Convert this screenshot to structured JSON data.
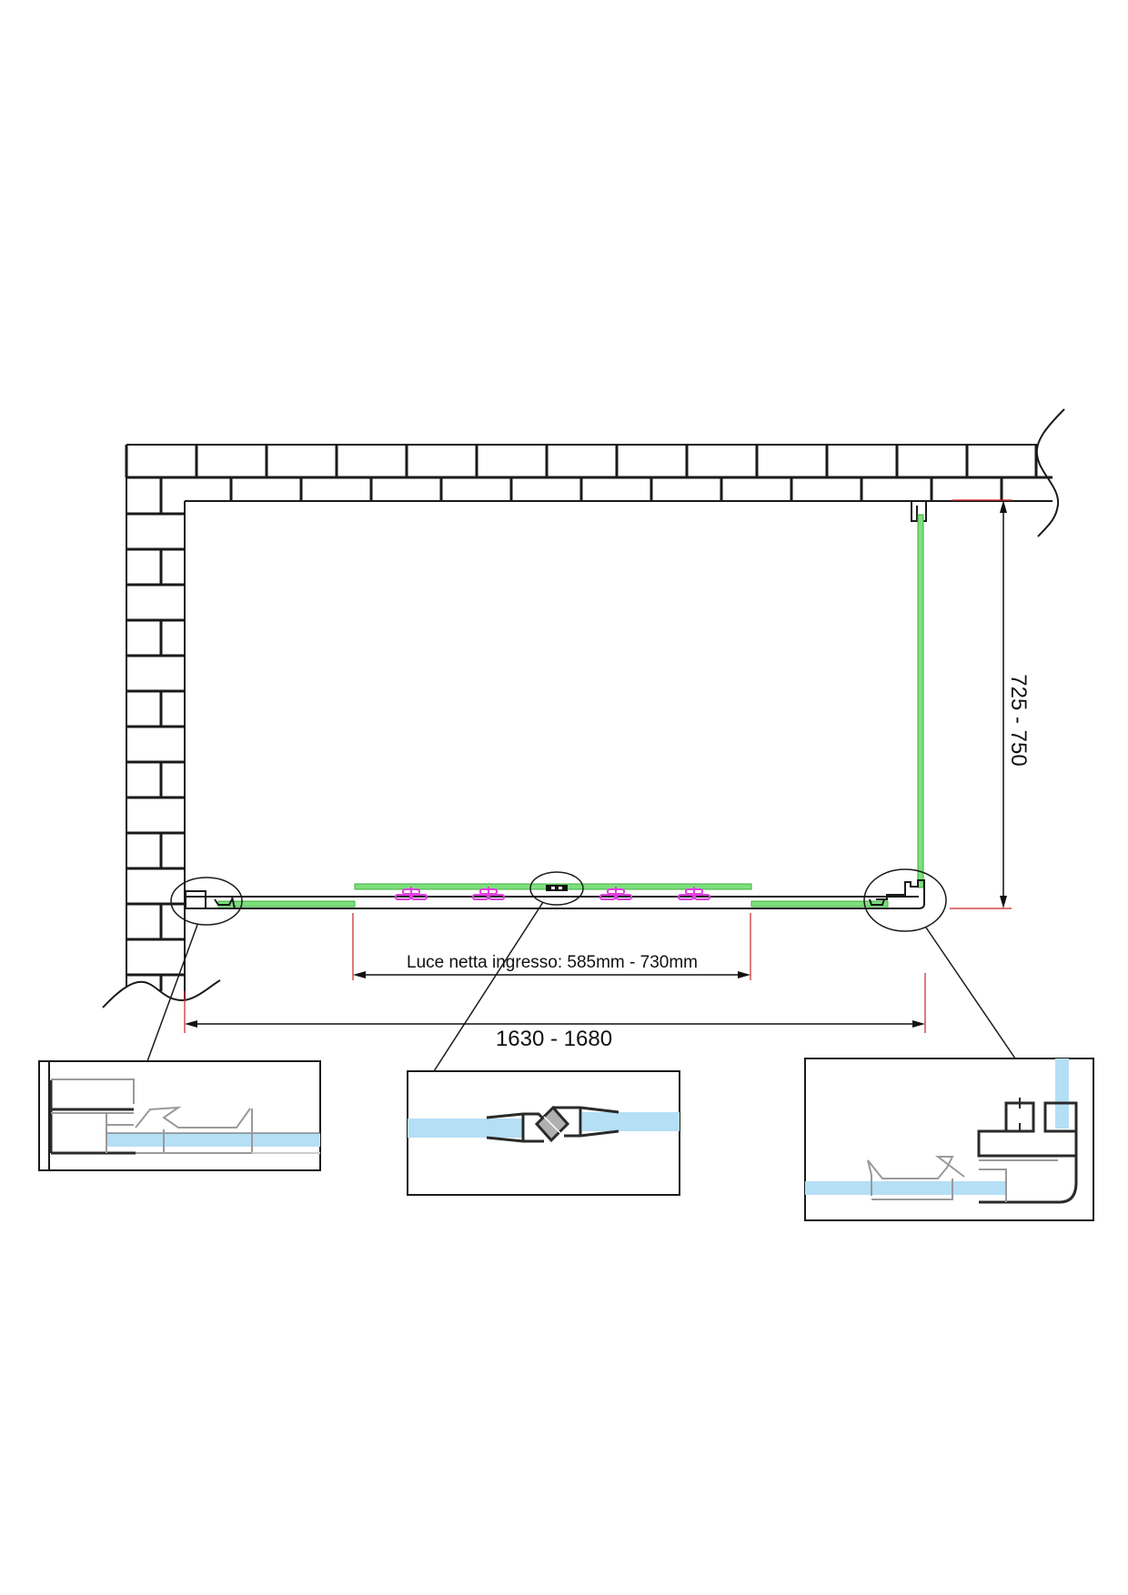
{
  "drawing": {
    "type": "shower enclosure plan view",
    "colors": {
      "wall": "#1a1a1a",
      "glass": "#7ee07e",
      "glass_dark": "#3fae3f",
      "roller": "#e040e0",
      "dimension_ext": "#cc2222",
      "detail_glass": "#b5dff5",
      "profile_gray": "#9a9a9a"
    }
  },
  "dimensions": {
    "entrance_label": "Luce netta ingresso: 585mm - 730mm",
    "width_label": "1630 - 1680",
    "depth_label": "725 - 750"
  },
  "details": [
    {
      "id": "left-wall-profile",
      "description": "Left wall profile with fixed glass"
    },
    {
      "id": "magnetic-seal",
      "description": "Central magnetic closure seal"
    },
    {
      "id": "corner-profile",
      "description": "Corner joint between side panel and front panel"
    }
  ]
}
